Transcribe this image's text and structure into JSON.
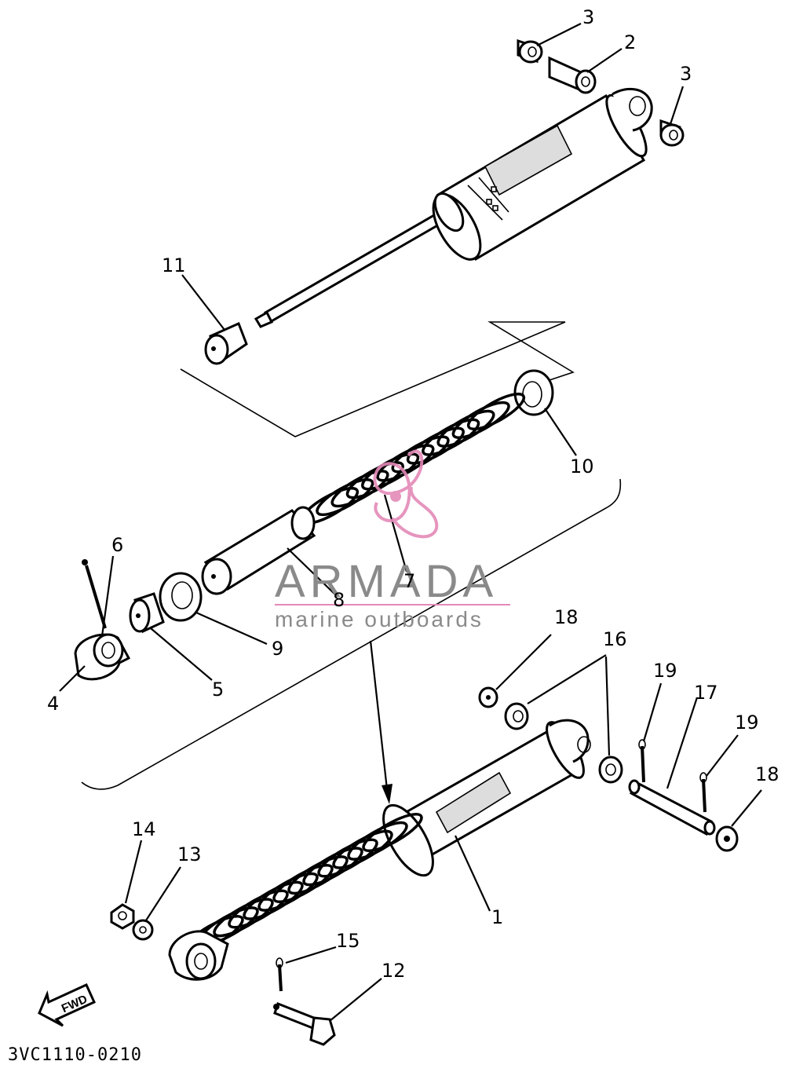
{
  "diagram": {
    "reference_code": "3VC1110-0210",
    "direction_label": "FWD",
    "callouts": [
      {
        "id": "c3a",
        "label": "3"
      },
      {
        "id": "c2",
        "label": "2"
      },
      {
        "id": "c3b",
        "label": "3"
      },
      {
        "id": "c11",
        "label": "11"
      },
      {
        "id": "c10",
        "label": "10"
      },
      {
        "id": "c7",
        "label": "7"
      },
      {
        "id": "c8",
        "label": "8"
      },
      {
        "id": "c6",
        "label": "6"
      },
      {
        "id": "c9",
        "label": "9"
      },
      {
        "id": "c4",
        "label": "4"
      },
      {
        "id": "c5",
        "label": "5"
      },
      {
        "id": "c18a",
        "label": "18"
      },
      {
        "id": "c16",
        "label": "16"
      },
      {
        "id": "c19a",
        "label": "19"
      },
      {
        "id": "c17",
        "label": "17"
      },
      {
        "id": "c19b",
        "label": "19"
      },
      {
        "id": "c18b",
        "label": "18"
      },
      {
        "id": "c14",
        "label": "14"
      },
      {
        "id": "c13",
        "label": "13"
      },
      {
        "id": "c1",
        "label": "1"
      },
      {
        "id": "c15",
        "label": "15"
      },
      {
        "id": "c12",
        "label": "12"
      }
    ]
  },
  "watermark": {
    "brand": "ARMADA",
    "tagline": "marine outboards",
    "colors": {
      "text": "#8a8a8a",
      "logo": "#e48ab8"
    }
  }
}
